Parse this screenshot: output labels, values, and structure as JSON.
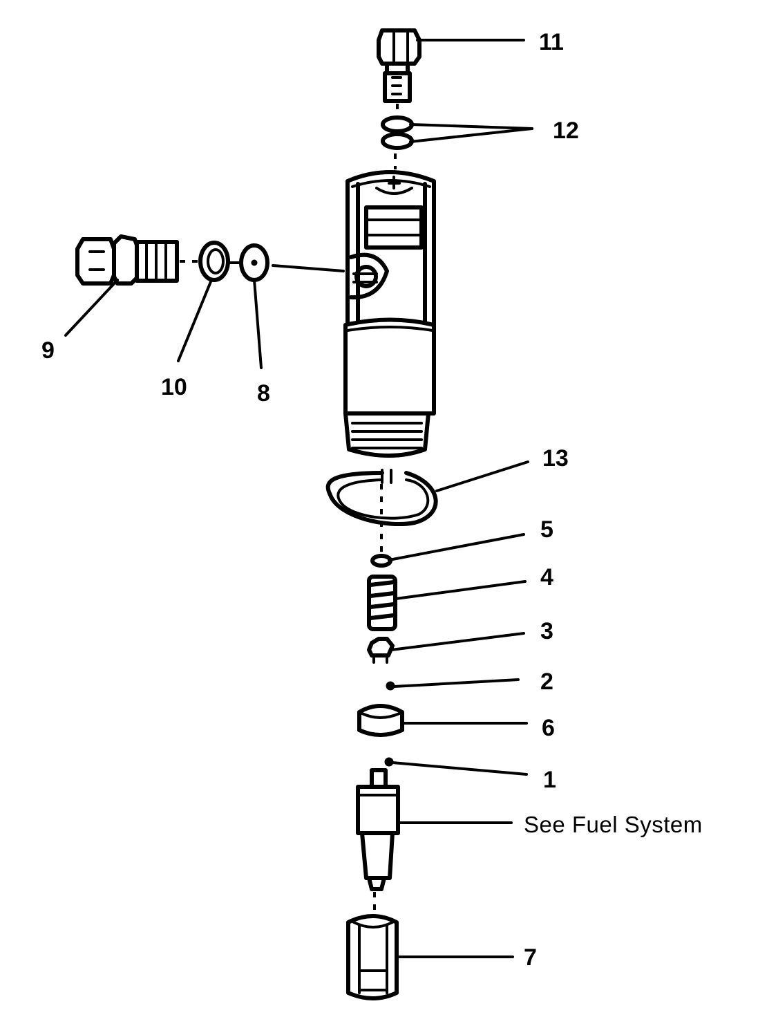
{
  "callouts": {
    "c11": "11",
    "c12": "12",
    "c9": "9",
    "c10": "10",
    "c8": "8",
    "c13": "13",
    "c5": "5",
    "c4": "4",
    "c3": "3",
    "c2": "2",
    "c6": "6",
    "c1": "1",
    "note": "See Fuel System",
    "c7": "7"
  }
}
